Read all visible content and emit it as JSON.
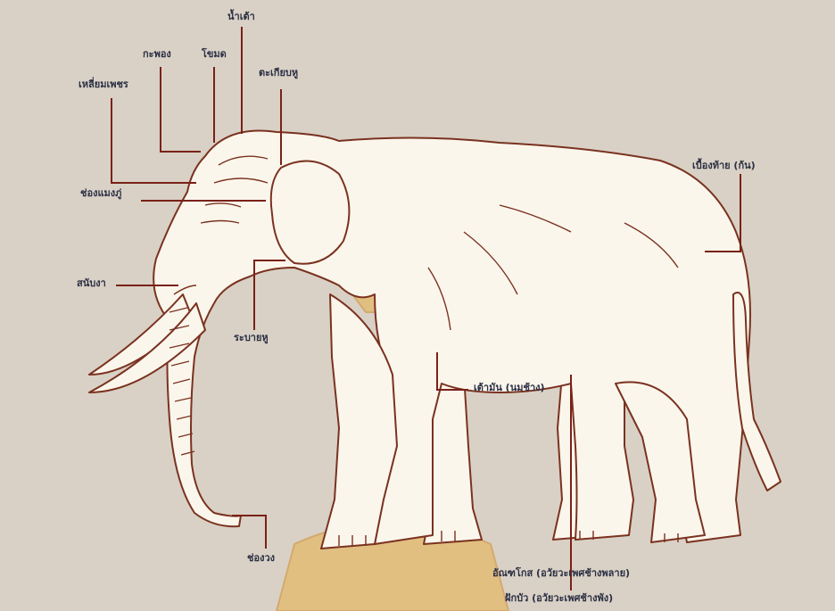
{
  "diagram": {
    "colors": {
      "background": "#d9d1c5",
      "body_fill": "#fbf6ec",
      "outline": "#7a3220",
      "leader_line": "#7a2118",
      "label_text": "#2b2f44",
      "watermark": "#e8b24a"
    },
    "watermark": "royal-emblem",
    "labels": {
      "nam_tao": "น้ำเต้า",
      "kra_phong": "กะพอง",
      "khom_ot": "โขมด",
      "kha_kiap_hu": "ตะเกียบหู",
      "liam_phet": "เหลี่ยมเพชร",
      "chong_maeng_phu": "ช่องแมงภู่",
      "sanap_nga": "สนับงา",
      "rabai_hu": "ระบายหู",
      "chong_wong": "ช่องวง",
      "tao_man": "เต้ามัน (นมช้าง)",
      "ancha_kot": "อัณฑโกส (อวัยวะเพศช้างพลาย)",
      "fak_bua": "ฝักบัว (อวัยวะเพศช้างพัง)",
      "bueang_thai": "เบื้องท้าย (ก้น)"
    }
  }
}
